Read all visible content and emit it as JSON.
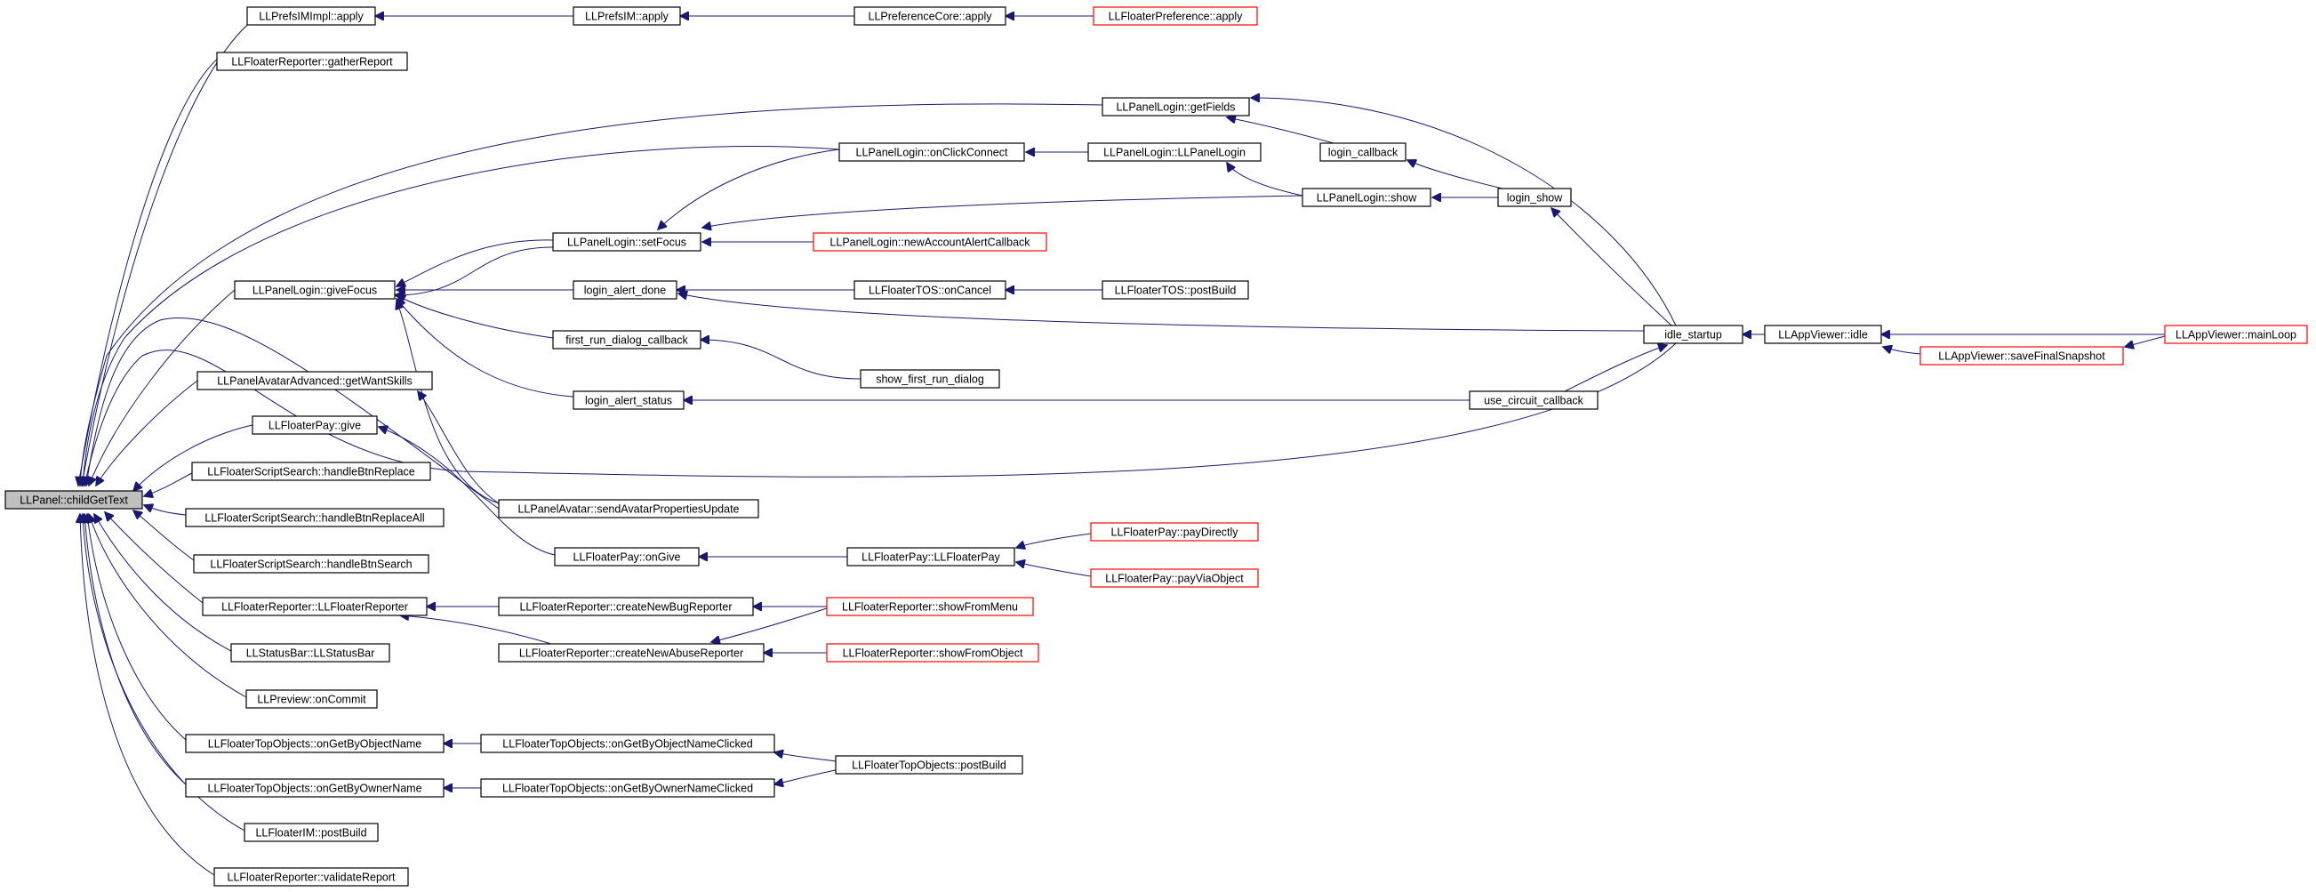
{
  "diagram": {
    "root": "LLPanel::childGetText",
    "nodes": [
      {
        "id": "n0",
        "label": "LLPanel::childGetText",
        "root": true,
        "truncated": false
      },
      {
        "id": "n1",
        "label": "LLPrefsIMImpl::apply",
        "truncated": false
      },
      {
        "id": "n2",
        "label": "LLPrefsIM::apply",
        "truncated": false
      },
      {
        "id": "n3",
        "label": "LLPreferenceCore::apply",
        "truncated": false
      },
      {
        "id": "n4",
        "label": "LLFloaterPreference::apply",
        "truncated": true
      },
      {
        "id": "n5",
        "label": "LLFloaterReporter::gatherReport",
        "truncated": false
      },
      {
        "id": "n6",
        "label": "LLPanelLogin::getFields",
        "truncated": false
      },
      {
        "id": "n7",
        "label": "login_callback",
        "truncated": false
      },
      {
        "id": "n8",
        "label": "LLPanelLogin::onClickConnect",
        "truncated": false
      },
      {
        "id": "n9",
        "label": "LLPanelLogin::LLPanelLogin",
        "truncated": false
      },
      {
        "id": "n10",
        "label": "LLPanelLogin::show",
        "truncated": false
      },
      {
        "id": "n11",
        "label": "login_show",
        "truncated": false
      },
      {
        "id": "n12",
        "label": "LLPanelLogin::setFocus",
        "truncated": false
      },
      {
        "id": "n13",
        "label": "LLPanelLogin::newAccountAlertCallback",
        "truncated": true
      },
      {
        "id": "n14",
        "label": "LLPanelLogin::giveFocus",
        "truncated": false
      },
      {
        "id": "n15",
        "label": "login_alert_done",
        "truncated": false
      },
      {
        "id": "n16",
        "label": "LLFloaterTOS::onCancel",
        "truncated": false
      },
      {
        "id": "n17",
        "label": "LLFloaterTOS::postBuild",
        "truncated": false
      },
      {
        "id": "n18",
        "label": "idle_startup",
        "truncated": false
      },
      {
        "id": "n19",
        "label": "LLAppViewer::idle",
        "truncated": false
      },
      {
        "id": "n20",
        "label": "LLAppViewer::mainLoop",
        "truncated": true
      },
      {
        "id": "n21",
        "label": "LLAppViewer::saveFinalSnapshot",
        "truncated": true
      },
      {
        "id": "n22",
        "label": "first_run_dialog_callback",
        "truncated": false
      },
      {
        "id": "n23",
        "label": "show_first_run_dialog",
        "truncated": false
      },
      {
        "id": "n24",
        "label": "LLPanelAvatarAdvanced::getWantSkills",
        "truncated": false
      },
      {
        "id": "n25",
        "label": "login_alert_status",
        "truncated": false
      },
      {
        "id": "n26",
        "label": "use_circuit_callback",
        "truncated": false
      },
      {
        "id": "n27",
        "label": "LLFloaterPay::give",
        "truncated": false
      },
      {
        "id": "n28",
        "label": "LLFloaterScriptSearch::handleBtnReplace",
        "truncated": false
      },
      {
        "id": "n29",
        "label": "LLPanelAvatar::sendAvatarPropertiesUpdate",
        "truncated": false
      },
      {
        "id": "n30",
        "label": "LLFloaterScriptSearch::handleBtnReplaceAll",
        "truncated": false
      },
      {
        "id": "n31",
        "label": "LLFloaterPay::payDirectly",
        "truncated": true
      },
      {
        "id": "n32",
        "label": "LLFloaterPay::onGive",
        "truncated": false
      },
      {
        "id": "n33",
        "label": "LLFloaterPay::LLFloaterPay",
        "truncated": false
      },
      {
        "id": "n34",
        "label": "LLFloaterScriptSearch::handleBtnSearch",
        "truncated": false
      },
      {
        "id": "n35",
        "label": "LLFloaterPay::payViaObject",
        "truncated": true
      },
      {
        "id": "n36",
        "label": "LLFloaterReporter::LLFloaterReporter",
        "truncated": false
      },
      {
        "id": "n37",
        "label": "LLFloaterReporter::createNewBugReporter",
        "truncated": false
      },
      {
        "id": "n38",
        "label": "LLFloaterReporter::showFromMenu",
        "truncated": true
      },
      {
        "id": "n39",
        "label": "LLStatusBar::LLStatusBar",
        "truncated": false
      },
      {
        "id": "n40",
        "label": "LLFloaterReporter::createNewAbuseReporter",
        "truncated": false
      },
      {
        "id": "n41",
        "label": "LLFloaterReporter::showFromObject",
        "truncated": true
      },
      {
        "id": "n42",
        "label": "LLPreview::onCommit",
        "truncated": false
      },
      {
        "id": "n43",
        "label": "LLFloaterTopObjects::onGetByObjectName",
        "truncated": false
      },
      {
        "id": "n44",
        "label": "LLFloaterTopObjects::onGetByObjectNameClicked",
        "truncated": false
      },
      {
        "id": "n45",
        "label": "LLFloaterTopObjects::postBuild",
        "truncated": false
      },
      {
        "id": "n46",
        "label": "LLFloaterTopObjects::onGetByOwnerName",
        "truncated": false
      },
      {
        "id": "n47",
        "label": "LLFloaterTopObjects::onGetByOwnerNameClicked",
        "truncated": false
      },
      {
        "id": "n48",
        "label": "LLFloaterIM::postBuild",
        "truncated": false
      },
      {
        "id": "n49",
        "label": "LLFloaterReporter::validateReport",
        "truncated": false
      }
    ],
    "edges": [
      {
        "from": "n1",
        "to": "n0"
      },
      {
        "from": "n5",
        "to": "n0"
      },
      {
        "from": "n6",
        "to": "n0"
      },
      {
        "from": "n8",
        "to": "n0"
      },
      {
        "from": "n14",
        "to": "n0"
      },
      {
        "from": "n24",
        "to": "n0"
      },
      {
        "from": "n27",
        "to": "n0"
      },
      {
        "from": "n28",
        "to": "n0"
      },
      {
        "from": "n30",
        "to": "n0"
      },
      {
        "from": "n34",
        "to": "n0"
      },
      {
        "from": "n36",
        "to": "n0"
      },
      {
        "from": "n39",
        "to": "n0"
      },
      {
        "from": "n42",
        "to": "n0"
      },
      {
        "from": "n43",
        "to": "n0"
      },
      {
        "from": "n46",
        "to": "n0"
      },
      {
        "from": "n48",
        "to": "n0"
      },
      {
        "from": "n49",
        "to": "n0"
      },
      {
        "from": "n29",
        "to": "n0"
      },
      {
        "from": "n18",
        "to": "n0"
      },
      {
        "from": "n2",
        "to": "n1"
      },
      {
        "from": "n3",
        "to": "n2"
      },
      {
        "from": "n4",
        "to": "n3"
      },
      {
        "from": "n7",
        "to": "n6"
      },
      {
        "from": "n18",
        "to": "n6"
      },
      {
        "from": "n9",
        "to": "n8"
      },
      {
        "from": "n10",
        "to": "n9"
      },
      {
        "from": "n11",
        "to": "n10"
      },
      {
        "from": "n11",
        "to": "n7"
      },
      {
        "from": "n18",
        "to": "n11"
      },
      {
        "from": "n8",
        "to": "n12"
      },
      {
        "from": "n10",
        "to": "n12"
      },
      {
        "from": "n13",
        "to": "n12"
      },
      {
        "from": "n12",
        "to": "n14"
      },
      {
        "from": "n12",
        "to": "n14"
      },
      {
        "from": "n15",
        "to": "n14"
      },
      {
        "from": "n22",
        "to": "n14"
      },
      {
        "from": "n25",
        "to": "n14"
      },
      {
        "from": "n29",
        "to": "n14"
      },
      {
        "from": "n16",
        "to": "n15"
      },
      {
        "from": "n18",
        "to": "n15"
      },
      {
        "from": "n17",
        "to": "n16"
      },
      {
        "from": "n19",
        "to": "n18"
      },
      {
        "from": "n20",
        "to": "n19"
      },
      {
        "from": "n21",
        "to": "n19"
      },
      {
        "from": "n20",
        "to": "n21"
      },
      {
        "from": "n23",
        "to": "n22"
      },
      {
        "from": "n26",
        "to": "n25"
      },
      {
        "from": "n26",
        "to": "n18"
      },
      {
        "from": "n29",
        "to": "n24"
      },
      {
        "from": "n32",
        "to": "n27"
      },
      {
        "from": "n33",
        "to": "n32"
      },
      {
        "from": "n31",
        "to": "n33"
      },
      {
        "from": "n35",
        "to": "n33"
      },
      {
        "from": "n37",
        "to": "n36"
      },
      {
        "from": "n40",
        "to": "n36"
      },
      {
        "from": "n38",
        "to": "n37"
      },
      {
        "from": "n38",
        "to": "n40"
      },
      {
        "from": "n41",
        "to": "n40"
      },
      {
        "from": "n44",
        "to": "n43"
      },
      {
        "from": "n45",
        "to": "n44"
      },
      {
        "from": "n47",
        "to": "n46"
      },
      {
        "from": "n45",
        "to": "n47"
      }
    ]
  }
}
